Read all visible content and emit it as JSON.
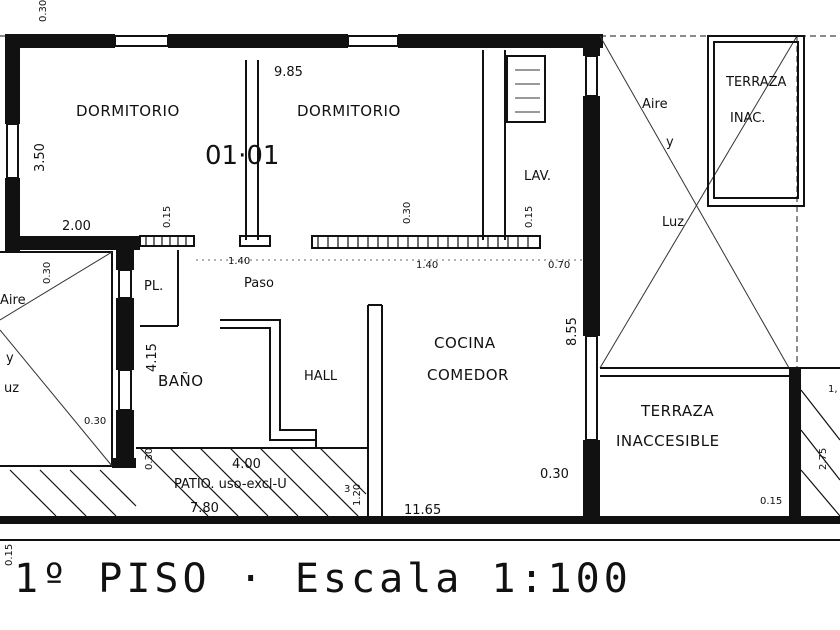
{
  "plan": {
    "rooms": {
      "dormitorio_1": "DORMITORIO",
      "dormitorio_2": "DORMITORIO",
      "unit_number": "01·01",
      "lav": "LAV.",
      "bano": "BAÑO",
      "hall": "HALL",
      "paso": "Paso",
      "pl": "PL.",
      "cocina": "COCINA",
      "comedor": "COMEDOR",
      "terraza_inac_1": "TERRAZA",
      "terraza_inac_2": "INAC.",
      "terraza_inaccesible_1": "TERRAZA",
      "terraza_inaccesible_2": "INACCESIBLE",
      "patio": "PATIO. uso-excl-U",
      "patio_sub": "3",
      "aire_right": "Aire",
      "y_right": "y",
      "luz_right": "Luz",
      "aire_left": "Aire",
      "y_left": "y",
      "luz_left": "uz"
    },
    "dimensions": {
      "d_985": "9.85",
      "d_350": "3.50",
      "d_200": "2.00",
      "d_015a": "0.15",
      "d_030a": "0.30",
      "d_015b": "0.15",
      "d_030b": "0.30",
      "d_030c": "0.30",
      "d_030d": "0.30",
      "d_855": "8.55",
      "d_415": "4.15",
      "d_400": "4.00",
      "d_780": "7.80",
      "d_120": "1.20",
      "d_1165": "11.65",
      "d_030e": "0.30",
      "d_015c": "0.15",
      "d_275": "2.75",
      "d_140": "1.40",
      "d_070": "0.70",
      "d_1_40b": "1.40",
      "d_top": "0.30",
      "d_left_bottom": "0.15",
      "d_right_edge": "1,"
    }
  },
  "caption": "1º PISO · Escala 1:100"
}
